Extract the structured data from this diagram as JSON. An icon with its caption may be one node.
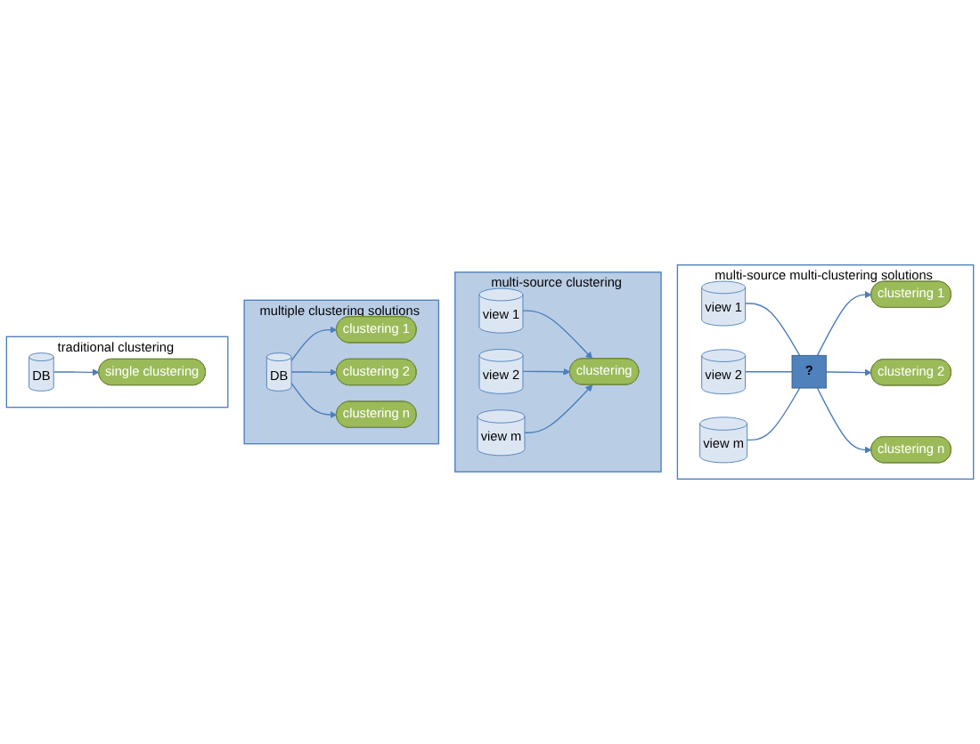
{
  "diagram": {
    "nodes": [
      {
        "text": [
          "traditional clustering"
        ]
      },
      {
        "text": [
          "DB"
        ],
        "in": 0
      },
      {
        "text": [
          "single clustering"
        ],
        "in": 0
      },
      {
        "text": [
          "multiple clustering solutions"
        ]
      },
      {
        "text": [
          "DB"
        ],
        "in": 3
      },
      {
        "text": [
          "clustering 1"
        ],
        "in": 3
      },
      {
        "text": [
          "clustering 2"
        ],
        "in": 3
      },
      {
        "text": [
          "clustering n"
        ],
        "in": 3
      },
      {
        "text": [
          "multi-source clustering"
        ]
      },
      {
        "text": [
          "view 1"
        ],
        "in": 8
      },
      {
        "text": [
          "view 2"
        ],
        "in": 8
      },
      {
        "text": [
          "view m"
        ],
        "in": 8
      },
      {
        "text": [
          "clustering"
        ],
        "in": 8
      },
      {
        "text": [
          "multi-source multi-clustering solutions"
        ]
      },
      {
        "text": [
          "view 1"
        ],
        "in": 13
      },
      {
        "text": [
          "view 2"
        ],
        "in": 13
      },
      {
        "text": [
          "view m"
        ],
        "in": 13
      },
      {
        "text": [
          "?"
        ],
        "in": 13
      },
      {
        "text": [
          "clustering 1"
        ],
        "in": 13
      },
      {
        "text": [
          "clustering 2"
        ],
        "in": 13
      },
      {
        "text": [
          "clustering n"
        ],
        "in": 13
      }
    ],
    "edges": [
      {
        "from": 1,
        "to": 2,
        "arrow": "to"
      },
      {
        "from": 4,
        "to": 5,
        "arrow": "to"
      },
      {
        "from": 4,
        "to": 6,
        "arrow": "to"
      },
      {
        "from": 4,
        "to": 7,
        "arrow": "to"
      },
      {
        "from": 9,
        "to": 12,
        "arrow": "to"
      },
      {
        "from": 10,
        "to": 12,
        "arrow": "to"
      },
      {
        "from": 11,
        "to": 12,
        "arrow": "to"
      },
      {
        "from": 14,
        "to": 17,
        "arrow": "none"
      },
      {
        "from": 15,
        "to": 17,
        "arrow": "none"
      },
      {
        "from": 16,
        "to": 17,
        "arrow": "none"
      },
      {
        "from": 17,
        "to": 18,
        "arrow": "to"
      },
      {
        "from": 17,
        "to": 19,
        "arrow": "to"
      },
      {
        "from": 17,
        "to": 20,
        "arrow": "to"
      }
    ]
  }
}
